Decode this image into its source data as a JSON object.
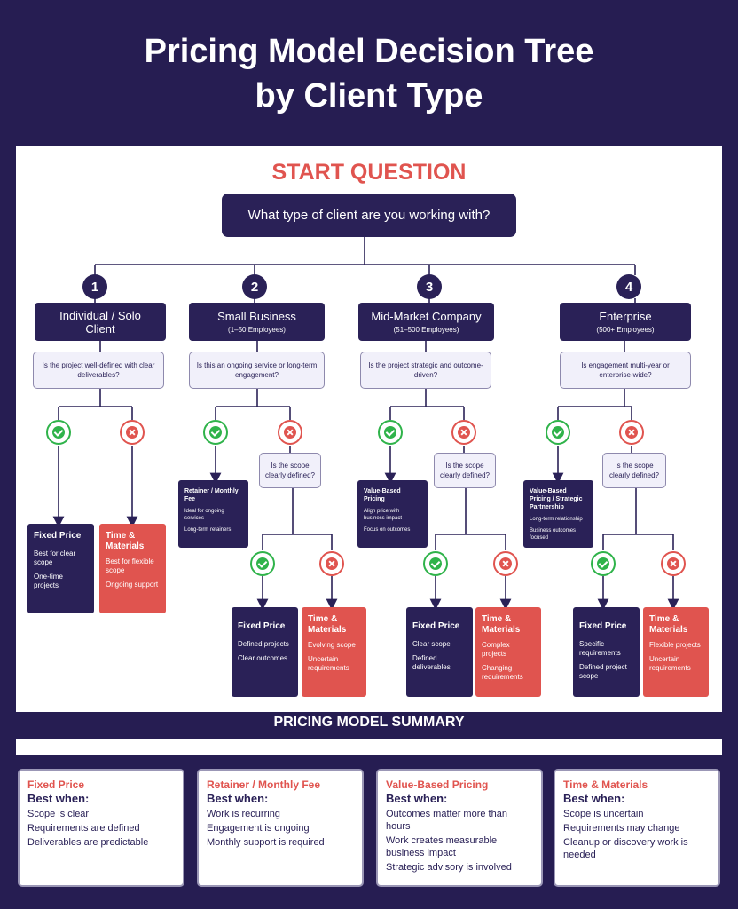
{
  "title": {
    "line1": "Pricing Model Decision Tree",
    "line2": "by Client Type"
  },
  "start": {
    "label": "START QUESTION",
    "question": "What type of client are you working with?"
  },
  "colors": {
    "navy": "#2a2157",
    "background": "#261d52",
    "red": "#e0544f",
    "green": "#2fb34a"
  },
  "branches": [
    {
      "num": "1",
      "name": "Individual / Solo Client",
      "sub": "",
      "question": "Is the project well-defined with clear deliverables?"
    },
    {
      "num": "2",
      "name": "Small Business",
      "sub": "(1–50 Employees)",
      "question": "Is this an ongoing service or long-term engagement?",
      "subq": "Is the scope clearly defined?"
    },
    {
      "num": "3",
      "name": "Mid-Market Company",
      "sub": "(51–500 Employees)",
      "question": "Is the project strategic and outcome-driven?",
      "subq": "Is the scope clearly defined?"
    },
    {
      "num": "4",
      "name": "Enterprise",
      "sub": "(500+ Employees)",
      "question": "Is engagement multi-year or enterprise-wide?",
      "subq": "Is the scope clearly defined?"
    }
  ],
  "results": {
    "b1_yes": {
      "title": "Fixed Price",
      "l1": "Best for clear scope",
      "l2": "One-time projects"
    },
    "b1_no": {
      "title": "Time & Materials",
      "l1": "Best for flexible scope",
      "l2": "Ongoing support"
    },
    "b2_yes": {
      "title": "Retainer / Monthly Fee",
      "l1": "Ideal for ongoing services",
      "l2": "Long-term retainers"
    },
    "b3_yes": {
      "title": "Value-Based Pricing",
      "l1": "Align price with business impact",
      "l2": "Focus on outcomes"
    },
    "b4_yes": {
      "title": "Value-Based Pricing / Strategic Partnership",
      "l1": "Long-term relationship",
      "l2": "Business outcomes focused"
    },
    "b2_fp": {
      "title": "Fixed Price",
      "l1": "Defined projects",
      "l2": "Clear outcomes"
    },
    "b2_tm": {
      "title": "Time & Materials",
      "l1": "Evolving scope",
      "l2": "Uncertain requirements"
    },
    "b3_fp": {
      "title": "Fixed Price",
      "l1": "Clear scope",
      "l2": "Defined deliverables"
    },
    "b3_tm": {
      "title": "Time & Materials",
      "l1": "Complex projects",
      "l2": "Changing requirements"
    },
    "b4_fp": {
      "title": "Fixed Price",
      "l1": "Specific requirements",
      "l2": "Defined project scope"
    },
    "b4_tm": {
      "title": "Time & Materials",
      "l1": "Flexible projects",
      "l2": "Uncertain requirements"
    }
  },
  "summary": {
    "heading": "PRICING MODEL SUMMARY",
    "cards": [
      {
        "title": "Fixed Price",
        "best": "Best when:",
        "points": [
          "Scope is clear",
          "Requirements are defined",
          "Deliverables are predictable"
        ]
      },
      {
        "title": "Retainer / Monthly Fee",
        "best": "Best when:",
        "points": [
          "Work is recurring",
          "Engagement is ongoing",
          "Monthly support is required"
        ]
      },
      {
        "title": "Value-Based Pricing",
        "best": "Best when:",
        "points": [
          "Outcomes matter more than hours",
          "Work creates measurable business impact",
          "Strategic advisory is involved"
        ]
      },
      {
        "title": "Time & Materials",
        "best": "Best when:",
        "points": [
          "Scope is uncertain",
          "Requirements may change",
          "Cleanup or discovery work is needed"
        ]
      }
    ]
  }
}
